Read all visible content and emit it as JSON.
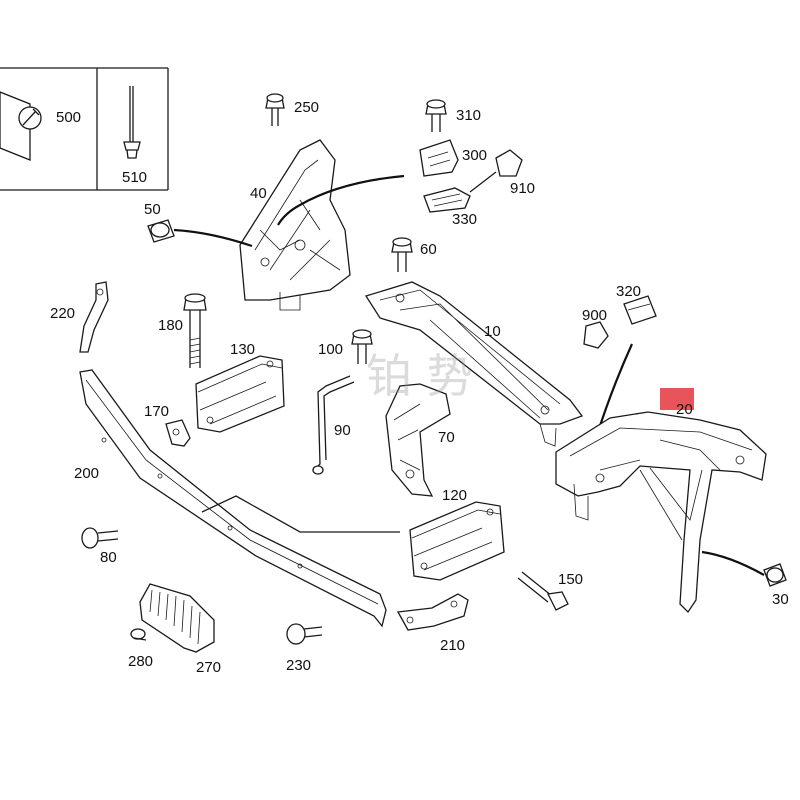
{
  "labels": {
    "l500": "500",
    "l510": "510",
    "l250": "250",
    "l310": "310",
    "l300": "300",
    "l910": "910",
    "l330": "330",
    "l40": "40",
    "l50": "50",
    "l60": "60",
    "l220": "220",
    "l180": "180",
    "l130": "130",
    "l320": "320",
    "l900": "900",
    "l100": "100",
    "l10": "10",
    "l170": "170",
    "l90": "90",
    "l70": "70",
    "l20": "20",
    "l200": "200",
    "l120": "120",
    "l80": "80",
    "l150": "150",
    "l30": "30",
    "l280": "280",
    "l270": "270",
    "l230": "230",
    "l210": "210"
  },
  "watermark": "铂 势",
  "colors": {
    "highlight": "#e8545a",
    "line": "#1a1a1a"
  }
}
